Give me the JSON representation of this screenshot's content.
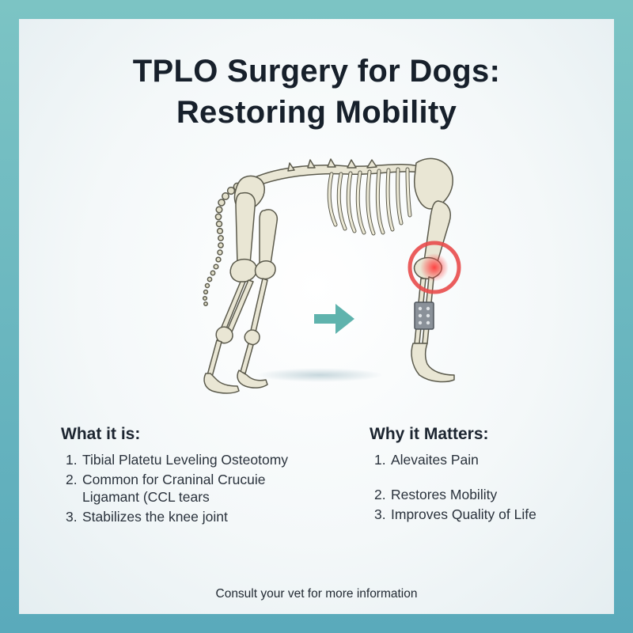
{
  "title": {
    "line1": "TPLO Surgery for Dogs:",
    "line2": "Restoring Mobility"
  },
  "illustration": {
    "description_icon": "dog-skeleton-icon",
    "arrow_icon": "arrow-right-icon",
    "highlight_color": "#e84b4b",
    "arrow_color": "#5fb3ad"
  },
  "left": {
    "heading": "What it is:",
    "items": [
      {
        "num": "1.",
        "text": "Tibial Platetu Leveling Osteotomy"
      },
      {
        "num": "2.",
        "text": "Common for Craninal Crucuie Ligamant (CCL tears"
      },
      {
        "num": "3.",
        "text": "Stabilizes the knee joint"
      }
    ]
  },
  "right": {
    "heading": "Why it Matters:",
    "items": [
      {
        "num": "1.",
        "text": "Alevaites Pain"
      },
      {
        "num": "2.",
        "text": "Restores Mobility"
      },
      {
        "num": "3.",
        "text": "Improves Quality of Life"
      }
    ]
  },
  "footer": "Consult your vet for more information"
}
